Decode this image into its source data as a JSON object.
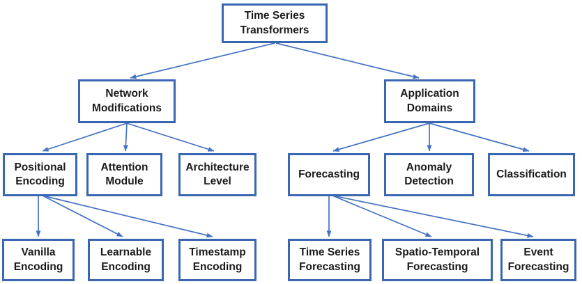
{
  "colors": {
    "box_border": "#3A66B2",
    "box_fill": "#FFFFFF",
    "arrow": "#4472C4",
    "text": "#1B1B1B"
  },
  "nodes": {
    "root": {
      "label": "Time Series Transformers"
    },
    "network_modifications": {
      "label": "Network Modifications"
    },
    "application_domains": {
      "label": "Application Domains"
    },
    "positional_encoding": {
      "label": "Positional Encoding"
    },
    "attention_module": {
      "label": "Attention Module"
    },
    "architecture_level": {
      "label": "Architecture Level"
    },
    "forecasting": {
      "label": "Forecasting"
    },
    "anomaly_detection": {
      "label": "Anomaly Detection"
    },
    "classification": {
      "label": "Classification"
    },
    "vanilla_encoding": {
      "label": "Vanilla Encoding"
    },
    "learnable_encoding": {
      "label": "Learnable Encoding"
    },
    "timestamp_encoding": {
      "label": "Timestamp Encoding"
    },
    "time_series_forecasting": {
      "label": "Time Series Forecasting"
    },
    "spatio_temporal_forecasting": {
      "label": "Spatio-Temporal Forecasting"
    },
    "event_forecasting": {
      "label": "Event Forecasting"
    }
  },
  "edges": [
    {
      "from": "root",
      "to": "network_modifications"
    },
    {
      "from": "root",
      "to": "application_domains"
    },
    {
      "from": "network_modifications",
      "to": "positional_encoding"
    },
    {
      "from": "network_modifications",
      "to": "attention_module"
    },
    {
      "from": "network_modifications",
      "to": "architecture_level"
    },
    {
      "from": "application_domains",
      "to": "forecasting"
    },
    {
      "from": "application_domains",
      "to": "anomaly_detection"
    },
    {
      "from": "application_domains",
      "to": "classification"
    },
    {
      "from": "positional_encoding",
      "to": "vanilla_encoding"
    },
    {
      "from": "positional_encoding",
      "to": "learnable_encoding"
    },
    {
      "from": "positional_encoding",
      "to": "timestamp_encoding"
    },
    {
      "from": "forecasting",
      "to": "time_series_forecasting"
    },
    {
      "from": "forecasting",
      "to": "spatio_temporal_forecasting"
    },
    {
      "from": "forecasting",
      "to": "event_forecasting"
    }
  ]
}
